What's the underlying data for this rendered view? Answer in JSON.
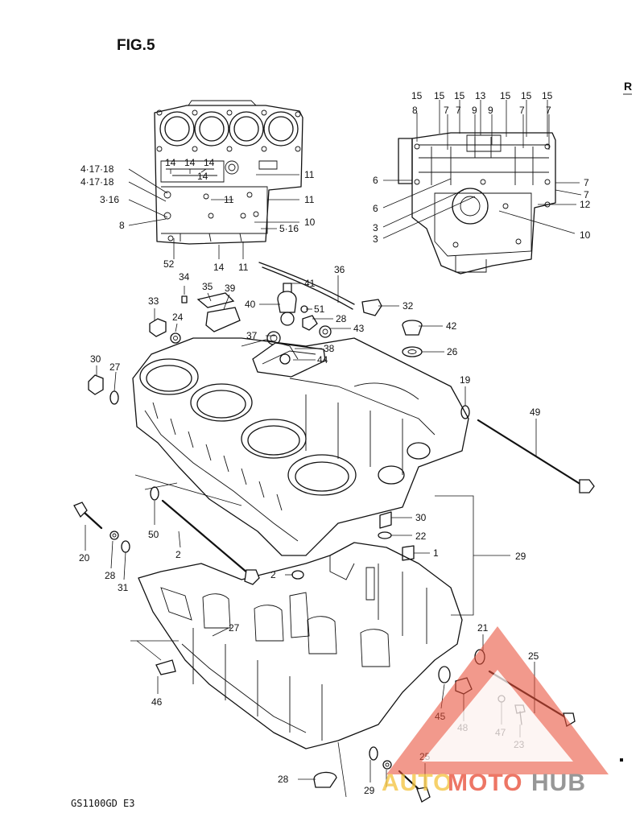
{
  "header": {
    "fig_label": "FIG.5",
    "corner_mark": "R"
  },
  "footer": {
    "model": "GS1100GD E3"
  },
  "watermark": {
    "part1": "AUTO",
    "part2": "MOTO",
    "part3": "HUB",
    "colors": {
      "auto": "#f4c542",
      "moto": "#e8503a",
      "hub": "#7a7a7a",
      "triangle": "#e8503a"
    }
  },
  "callouts": [
    {
      "id": "c15a",
      "text": "15"
    },
    {
      "id": "c15b",
      "text": "15"
    },
    {
      "id": "c15c",
      "text": "15"
    },
    {
      "id": "c13",
      "text": "13"
    },
    {
      "id": "c15d",
      "text": "15"
    },
    {
      "id": "c15e",
      "text": "15"
    },
    {
      "id": "c15f",
      "text": "15"
    },
    {
      "id": "c8a",
      "text": "8"
    },
    {
      "id": "c7a",
      "text": "7"
    },
    {
      "id": "c7b",
      "text": "7"
    },
    {
      "id": "c9a",
      "text": "9"
    },
    {
      "id": "c9b",
      "text": "9"
    },
    {
      "id": "c7c",
      "text": "7"
    },
    {
      "id": "c7d",
      "text": "7"
    },
    {
      "id": "c6a",
      "text": "6"
    },
    {
      "id": "c6b",
      "text": "6"
    },
    {
      "id": "c3a",
      "text": "3"
    },
    {
      "id": "c3b",
      "text": "3"
    },
    {
      "id": "c7e",
      "text": "7"
    },
    {
      "id": "c7f",
      "text": "7"
    },
    {
      "id": "c12",
      "text": "12"
    },
    {
      "id": "c10a",
      "text": "10"
    },
    {
      "id": "c41718a",
      "text": "4·17·18"
    },
    {
      "id": "c41718b",
      "text": "4·17·18"
    },
    {
      "id": "c316",
      "text": "3·16"
    },
    {
      "id": "c8b",
      "text": "8"
    },
    {
      "id": "c14a",
      "text": "14"
    },
    {
      "id": "c14b",
      "text": "14"
    },
    {
      "id": "c14c",
      "text": "14"
    },
    {
      "id": "c14d",
      "text": "14"
    },
    {
      "id": "c14e",
      "text": "14"
    },
    {
      "id": "c11a",
      "text": "11"
    },
    {
      "id": "c11b",
      "text": "11"
    },
    {
      "id": "c11c",
      "text": "11"
    },
    {
      "id": "c11d",
      "text": "11"
    },
    {
      "id": "c10b",
      "text": "10"
    },
    {
      "id": "c516",
      "text": "5·16"
    },
    {
      "id": "c52",
      "text": "52"
    },
    {
      "id": "c36",
      "text": "36"
    },
    {
      "id": "c34",
      "text": "34"
    },
    {
      "id": "c35",
      "text": "35"
    },
    {
      "id": "c39",
      "text": "39"
    },
    {
      "id": "c41",
      "text": "41"
    },
    {
      "id": "c40",
      "text": "40"
    },
    {
      "id": "c51",
      "text": "51"
    },
    {
      "id": "c32",
      "text": "32"
    },
    {
      "id": "c33",
      "text": "33"
    },
    {
      "id": "c24",
      "text": "24"
    },
    {
      "id": "c28a",
      "text": "28"
    },
    {
      "id": "c43",
      "text": "43"
    },
    {
      "id": "c42",
      "text": "42"
    },
    {
      "id": "c37",
      "text": "37"
    },
    {
      "id": "c38",
      "text": "38"
    },
    {
      "id": "c44",
      "text": "44"
    },
    {
      "id": "c26",
      "text": "26"
    },
    {
      "id": "c30a",
      "text": "30"
    },
    {
      "id": "c27a",
      "text": "27"
    },
    {
      "id": "c19",
      "text": "19"
    },
    {
      "id": "c49",
      "text": "49"
    },
    {
      "id": "c30b",
      "text": "30"
    },
    {
      "id": "c50",
      "text": "50"
    },
    {
      "id": "c22",
      "text": "22"
    },
    {
      "id": "c20",
      "text": "20"
    },
    {
      "id": "c2a",
      "text": "2"
    },
    {
      "id": "c1",
      "text": "1"
    },
    {
      "id": "c29a",
      "text": "29"
    },
    {
      "id": "c28b",
      "text": "28"
    },
    {
      "id": "c31",
      "text": "31"
    },
    {
      "id": "c2b",
      "text": "2"
    },
    {
      "id": "c27b",
      "text": "27"
    },
    {
      "id": "c21",
      "text": "21"
    },
    {
      "id": "c25a",
      "text": "25"
    },
    {
      "id": "c46",
      "text": "46"
    },
    {
      "id": "c45",
      "text": "45"
    },
    {
      "id": "c48",
      "text": "48"
    },
    {
      "id": "c47",
      "text": "47"
    },
    {
      "id": "c23",
      "text": "23"
    },
    {
      "id": "c25b",
      "text": "25"
    },
    {
      "id": "c28c",
      "text": "28"
    },
    {
      "id": "c29b",
      "text": "29"
    }
  ]
}
